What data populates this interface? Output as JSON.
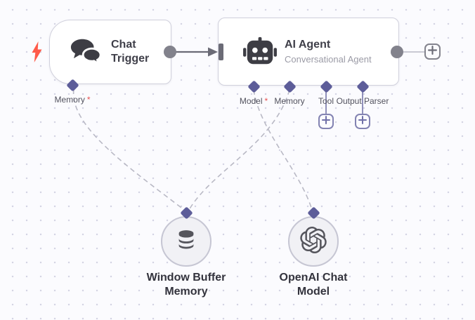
{
  "app": {
    "name": "workflow-editor-canvas"
  },
  "colors": {
    "accent_indigo": "#5d5d99",
    "required_red": "#e85050",
    "trigger_bolt_red": "#ff5a49",
    "wire_dark_gray": "#6b6b76",
    "wire_dashed_gray": "#b9b9c5",
    "node_border": "#d0d0dc",
    "canvas_background": "#fbfbfe"
  },
  "labels": {
    "required_marker": "*"
  },
  "nodes": {
    "chat_trigger": {
      "title": "Chat Trigger",
      "icon": "chat-bubbles-icon",
      "trigger_icon": "lightning-bolt-icon",
      "ports": {
        "memory": {
          "label": "Memory",
          "required": true
        }
      }
    },
    "ai_agent": {
      "title": "AI Agent",
      "subtitle": "Conversational Agent",
      "icon": "robot-icon",
      "ports": {
        "model": {
          "label": "Model",
          "required": true
        },
        "memory": {
          "label": "Memory",
          "required": false
        },
        "tool": {
          "label": "Tool",
          "required": false
        },
        "output_parser": {
          "label": "Output Parser",
          "required": false
        }
      }
    },
    "window_buffer_memory": {
      "title": "Window Buffer Memory",
      "icon": "database-icon"
    },
    "openai_chat_model": {
      "title": "OpenAI Chat Model",
      "icon": "openai-icon"
    }
  }
}
